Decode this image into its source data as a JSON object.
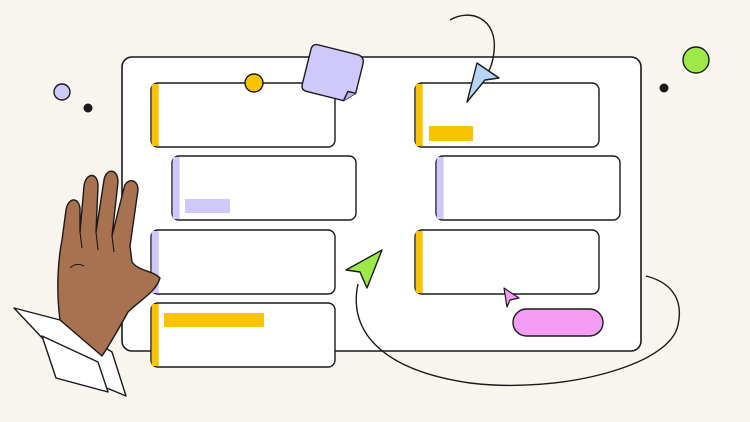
{
  "illustration": {
    "colors": {
      "background": "#f8f4ee",
      "board": "#ffffff",
      "outline": "#1a1a1a",
      "yellow": "#f8c300",
      "lavender": "#cfc8fb",
      "green": "#9ee84a",
      "pink": "#f59cf5",
      "sky": "#b6d4f5",
      "skin": "#a8714f",
      "cuff": "#ffffff"
    },
    "cards": [
      {
        "id": "card-1",
        "accent": "yellow",
        "chip": null
      },
      {
        "id": "card-2",
        "accent": "lavender",
        "chip": "lavender"
      },
      {
        "id": "card-3",
        "accent": "lavender",
        "chip": null
      },
      {
        "id": "card-4",
        "accent": "yellow",
        "chip": "yellow"
      },
      {
        "id": "card-5",
        "accent": "yellow",
        "chip": "yellow"
      },
      {
        "id": "card-6",
        "accent": "lavender",
        "chip": null
      },
      {
        "id": "card-7",
        "accent": "yellow",
        "chip": null
      }
    ],
    "icons": [
      "hand-icon",
      "cursor-arrow-icon",
      "sticky-note-icon",
      "pink-pill-button"
    ]
  }
}
